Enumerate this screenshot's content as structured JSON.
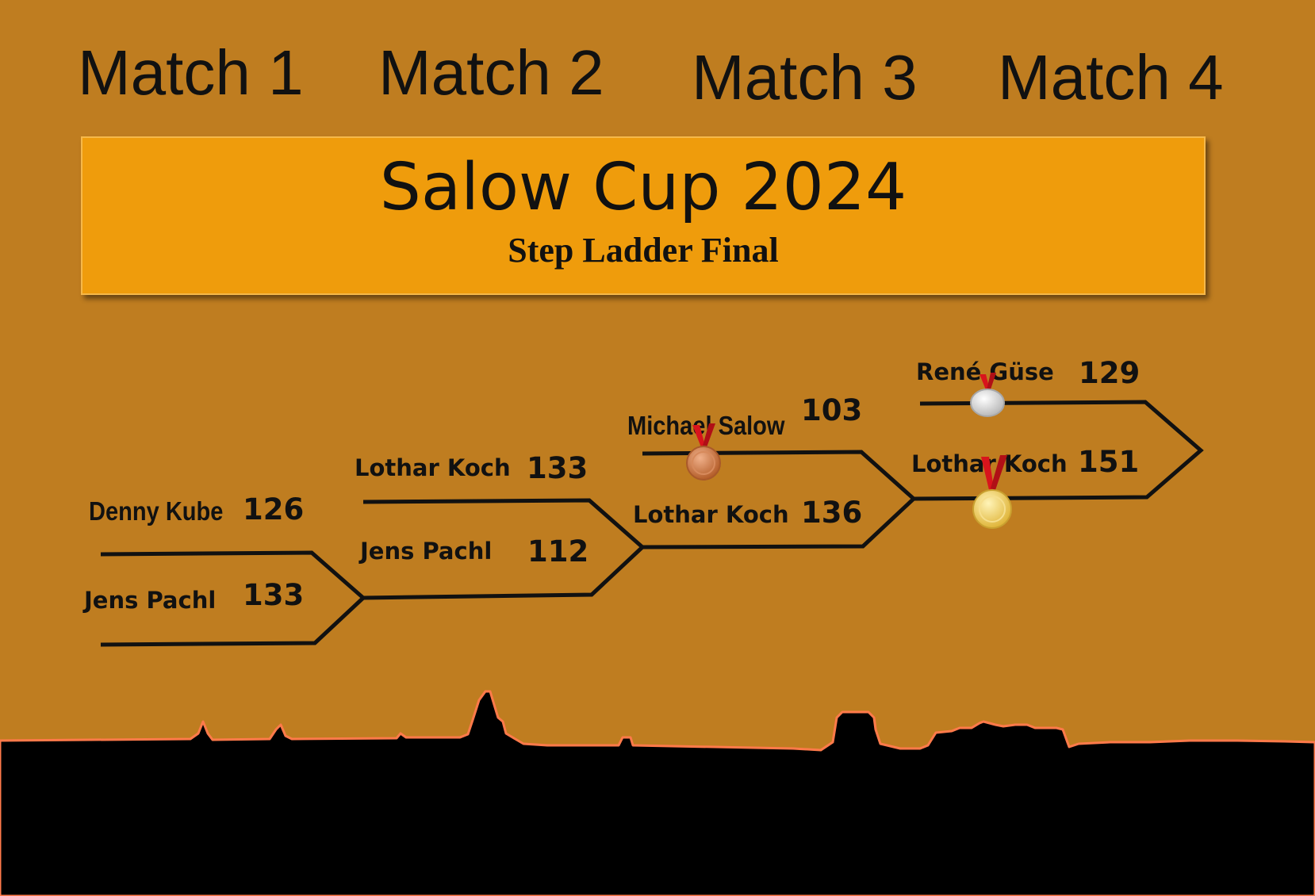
{
  "matches": [
    "Match 1",
    "Match 2",
    "Match 3",
    "Match 4"
  ],
  "banner": {
    "title": "Salow Cup 2024",
    "subtitle": "Step Ladder Final"
  },
  "games": [
    {
      "match": "Match 1",
      "top": {
        "name": "Denny Kube",
        "score": "126"
      },
      "bottom": {
        "name": "Jens Pachl",
        "score": "133"
      }
    },
    {
      "match": "Match 2",
      "top": {
        "name": "Lothar Koch",
        "score": "133"
      },
      "bottom": {
        "name": "Jens Pachl",
        "score": "112"
      }
    },
    {
      "match": "Match 3",
      "top": {
        "name": "Michael Salow",
        "score": "103"
      },
      "bottom": {
        "name": "Lothar Koch",
        "score": "136"
      }
    },
    {
      "match": "Match 4",
      "top": {
        "name": "René Güse",
        "score": "129"
      },
      "bottom": {
        "name": "Lothar Koch",
        "score": "151"
      }
    }
  ],
  "medals": [
    {
      "icon": "bronze-medal-icon",
      "holder": "Michael Salow",
      "color": "#c8733c"
    },
    {
      "icon": "silver-medal-icon",
      "holder": "René Güse",
      "color": "#d9d9d9"
    },
    {
      "icon": "gold-medal-icon",
      "holder": "Lothar Koch",
      "color": "#f2cf58"
    }
  ],
  "colors": {
    "background": "#bf7d20",
    "banner": "#ef9c0c",
    "skyline": "#000000",
    "skyline_edge": "#ff7a4a",
    "ribbon": "#d8141c"
  }
}
